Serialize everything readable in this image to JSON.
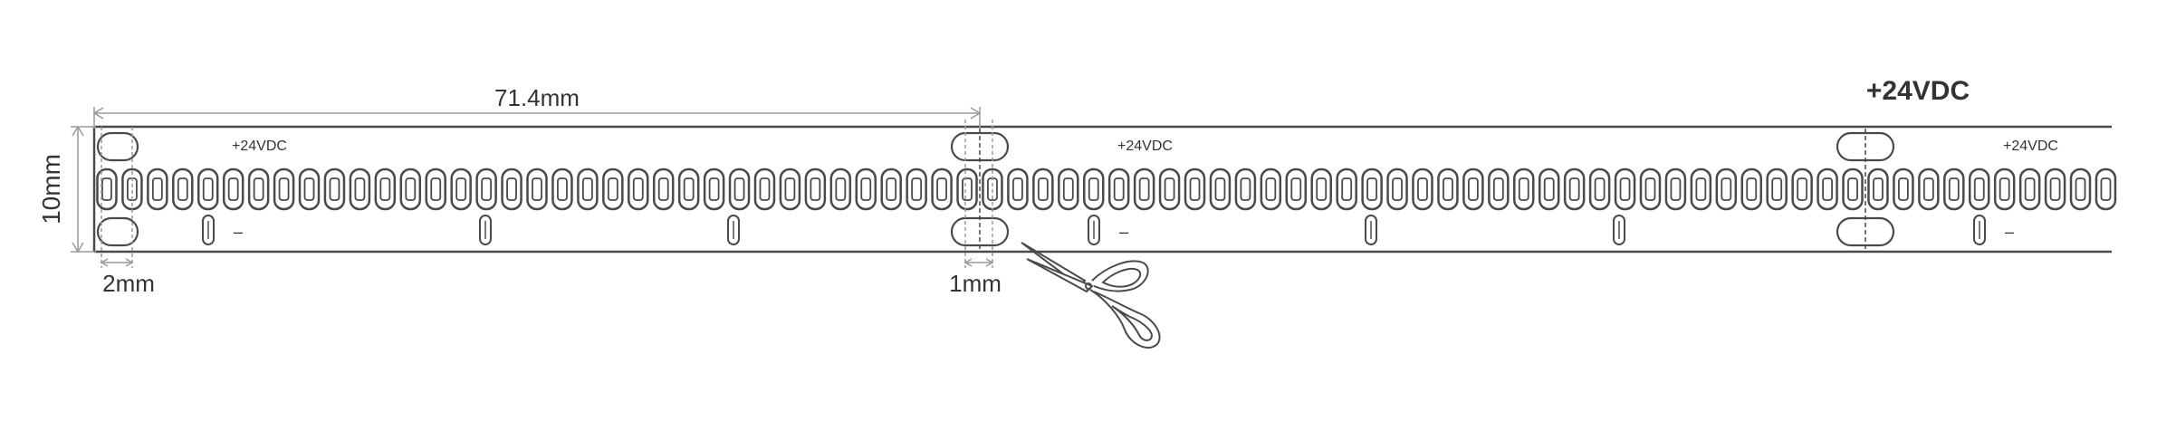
{
  "diagram": {
    "dim_length": "71.4mm",
    "dim_height": "10mm",
    "dim_pad_width": "2mm",
    "dim_cut_gap": "1mm",
    "voltage_heading": "+24VDC",
    "segment_plus_label": "+24VDC",
    "segment_minus_label": "–",
    "led_count_per_segment": 35,
    "segments_shown": 3,
    "cut_icon": "scissors-icon",
    "colors": {
      "line": "#4a4a4a",
      "dimension": "#9a9a9a",
      "text": "#333333"
    }
  }
}
